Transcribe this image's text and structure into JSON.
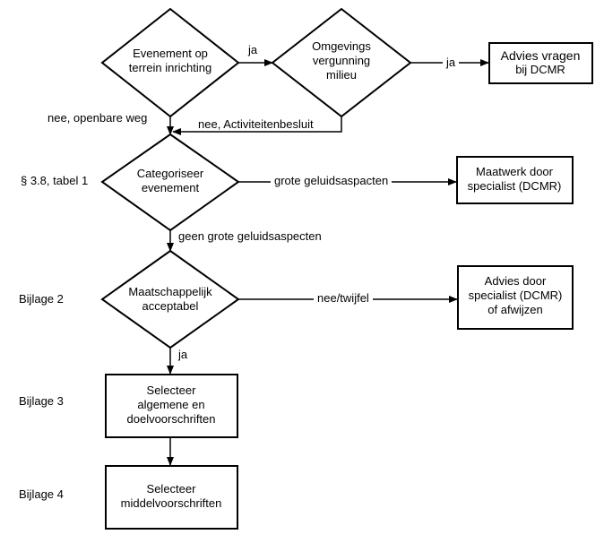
{
  "nodes": {
    "evenement": [
      "Evenement op",
      "terrein inrichting"
    ],
    "omgevings": [
      "Omgevings",
      "vergunning",
      "milieu"
    ],
    "advies_dcmr": [
      "Advies vragen",
      "bij DCMR"
    ],
    "categoriseer": [
      "Categoriseer",
      "evenement"
    ],
    "maatwerk": [
      "Maatwerk door",
      "specialist (DCMR)"
    ],
    "maatschappelijk": [
      "Maatschappelijk",
      "acceptabel"
    ],
    "advies_specialist": [
      "Advies door",
      "specialist (DCMR)",
      "of afwijzen"
    ],
    "selecteer_algemene": [
      "Selecteer",
      "algemene en",
      "doelvoorschriften"
    ],
    "selecteer_middel": [
      "Selecteer",
      "middelvoorschriften"
    ]
  },
  "edges": {
    "ja1": "ja",
    "ja2": "ja",
    "nee_openbare": "nee, openbare weg",
    "nee_activiteiten": "nee, Activiteitenbesluit",
    "grote": "grote geluidsaspacten",
    "geen_grote": "geen grote geluidsaspecten",
    "nee_twijfel": "nee/twijfel",
    "ja3": "ja"
  },
  "side_labels": {
    "tabel": "§ 3.8, tabel 1",
    "bijlage2": "Bijlage 2",
    "bijlage3": "Bijlage 3",
    "bijlage4": "Bijlage 4"
  }
}
